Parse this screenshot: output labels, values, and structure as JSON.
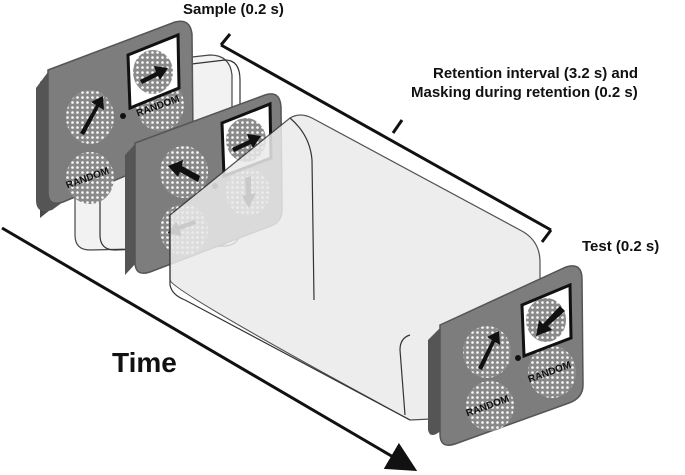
{
  "labels": {
    "sample": "Sample (0.2 s)",
    "retention_line1": "Retention interval (3.2 s) and",
    "retention_line2": "Masking during retention (0.2 s)",
    "test": "Test (0.2 s)",
    "time": "Time",
    "random": "RANDOM"
  },
  "colors": {
    "panel_face": "#7b7b7b",
    "panel_side": "#5a5a5a",
    "panel_side_dark": "#3f3f3f",
    "mask_fill": "#e9e9e9",
    "arrow": "#111111",
    "cue_box": "#ffffff"
  },
  "panels": [
    {
      "id": "sample",
      "arrows": [
        "up-right"
      ],
      "cue": "right",
      "random_count": 2
    },
    {
      "id": "mask",
      "arrows": [
        "up-left",
        "down",
        "left"
      ],
      "cue": "right",
      "random_count": 0
    },
    {
      "id": "test",
      "arrows": [
        "up-right"
      ],
      "cue": "down-left",
      "random_count": 2
    }
  ]
}
